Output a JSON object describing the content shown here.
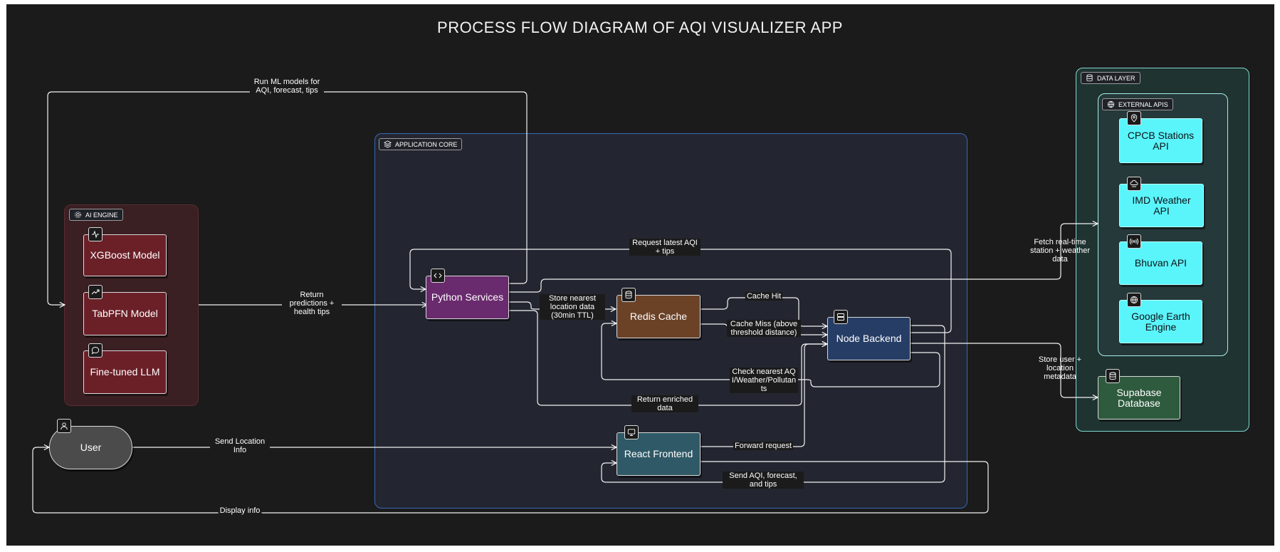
{
  "title": "PROCESS FLOW DIAGRAM OF AQI VISUALIZER APP",
  "groups": {
    "ai_engine": "AI ENGINE",
    "app_core": "APPLICATION CORE",
    "data_layer": "DATA LAYER",
    "external_apis": "EXTERNAL APIS"
  },
  "nodes": {
    "xgboost": "XGBoost Model",
    "tabpfn": "TabPFN Model",
    "llm": "Fine-tuned LLM",
    "user": "User",
    "python": "Python Services",
    "redis": "Redis Cache",
    "node_backend": "Node Backend",
    "react": "React Frontend",
    "cpcb": "CPCB Stations API",
    "imd": "IMD Weather API",
    "bhuvan": "Bhuvan API",
    "gee": "Google Earth Engine",
    "supabase": "Supabase Database"
  },
  "edges": {
    "run_ml": "Run ML models for AQI, forecast, tips",
    "return_predictions": "Return predictions + health tips",
    "request_latest": "Request latest AQI + tips",
    "store_nearest": "Store nearest location data (30min TTL)",
    "cache_hit": "Cache Hit",
    "cache_miss": "Cache Miss (above threshold distance)",
    "check_nearest": "Check nearest AQI/Weather/Pollutants",
    "return_enriched": "Return enriched data",
    "forward_request": "Forward request",
    "send_location": "Send Location Info",
    "send_aqi": "Send AQI, forecast, and tips",
    "display_info": "Display info",
    "fetch_realtime": "Fetch real-time station + weather data",
    "store_user": "Store user + location metadata"
  },
  "colors": {
    "background": "#1b1b1b",
    "ai_engine": "#3a1f23",
    "ml_node": "#6b2028",
    "python": "#6a2a6e",
    "redis": "#6b4226",
    "node_backend": "#263d66",
    "react": "#2f5967",
    "user": "#4b4b4b",
    "api_node": "#5af5fb",
    "supabase": "#2e5a3e",
    "app_core_border": "#3a67b8",
    "data_layer_border": "#7fd9cf"
  }
}
